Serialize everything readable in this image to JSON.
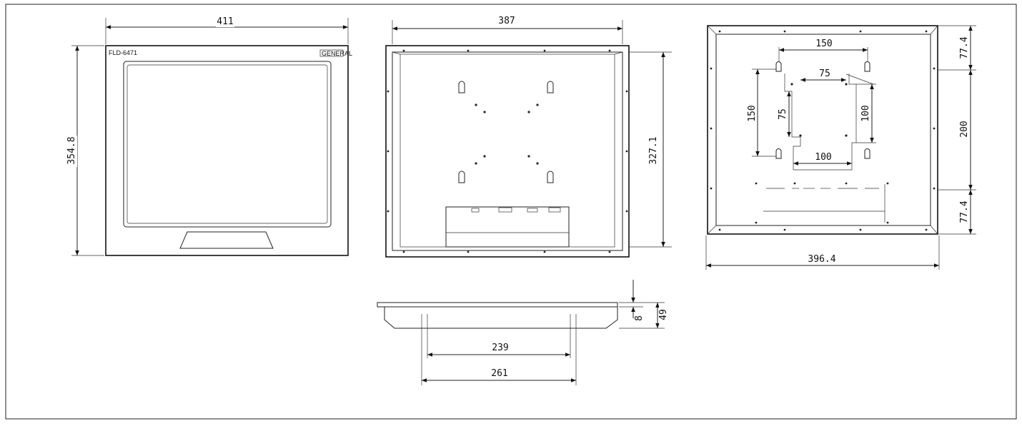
{
  "front_view": {
    "model_label": "FLD-6471",
    "brand_label": "GENERAL",
    "width_dim": "411",
    "height_dim": "354.8"
  },
  "back_view": {
    "width_dim": "387",
    "height_dim": "327.1"
  },
  "mount_view": {
    "hole_spacing_outer_top": "150",
    "hole_spacing_inner_top": "75",
    "hole_spacing_outer_left": "150",
    "hole_spacing_inner_left": "75",
    "hole_spacing_inner_right": "100",
    "hole_spacing_inner_bottom": "100",
    "right_top_dim": "77.4",
    "right_mid_dim": "200",
    "right_bottom_dim": "77.4",
    "width_dim": "396.4"
  },
  "side_view": {
    "inner_span_dim": "239",
    "outer_span_dim": "261",
    "depth_small_dim": "8",
    "depth_total_dim": "49"
  }
}
